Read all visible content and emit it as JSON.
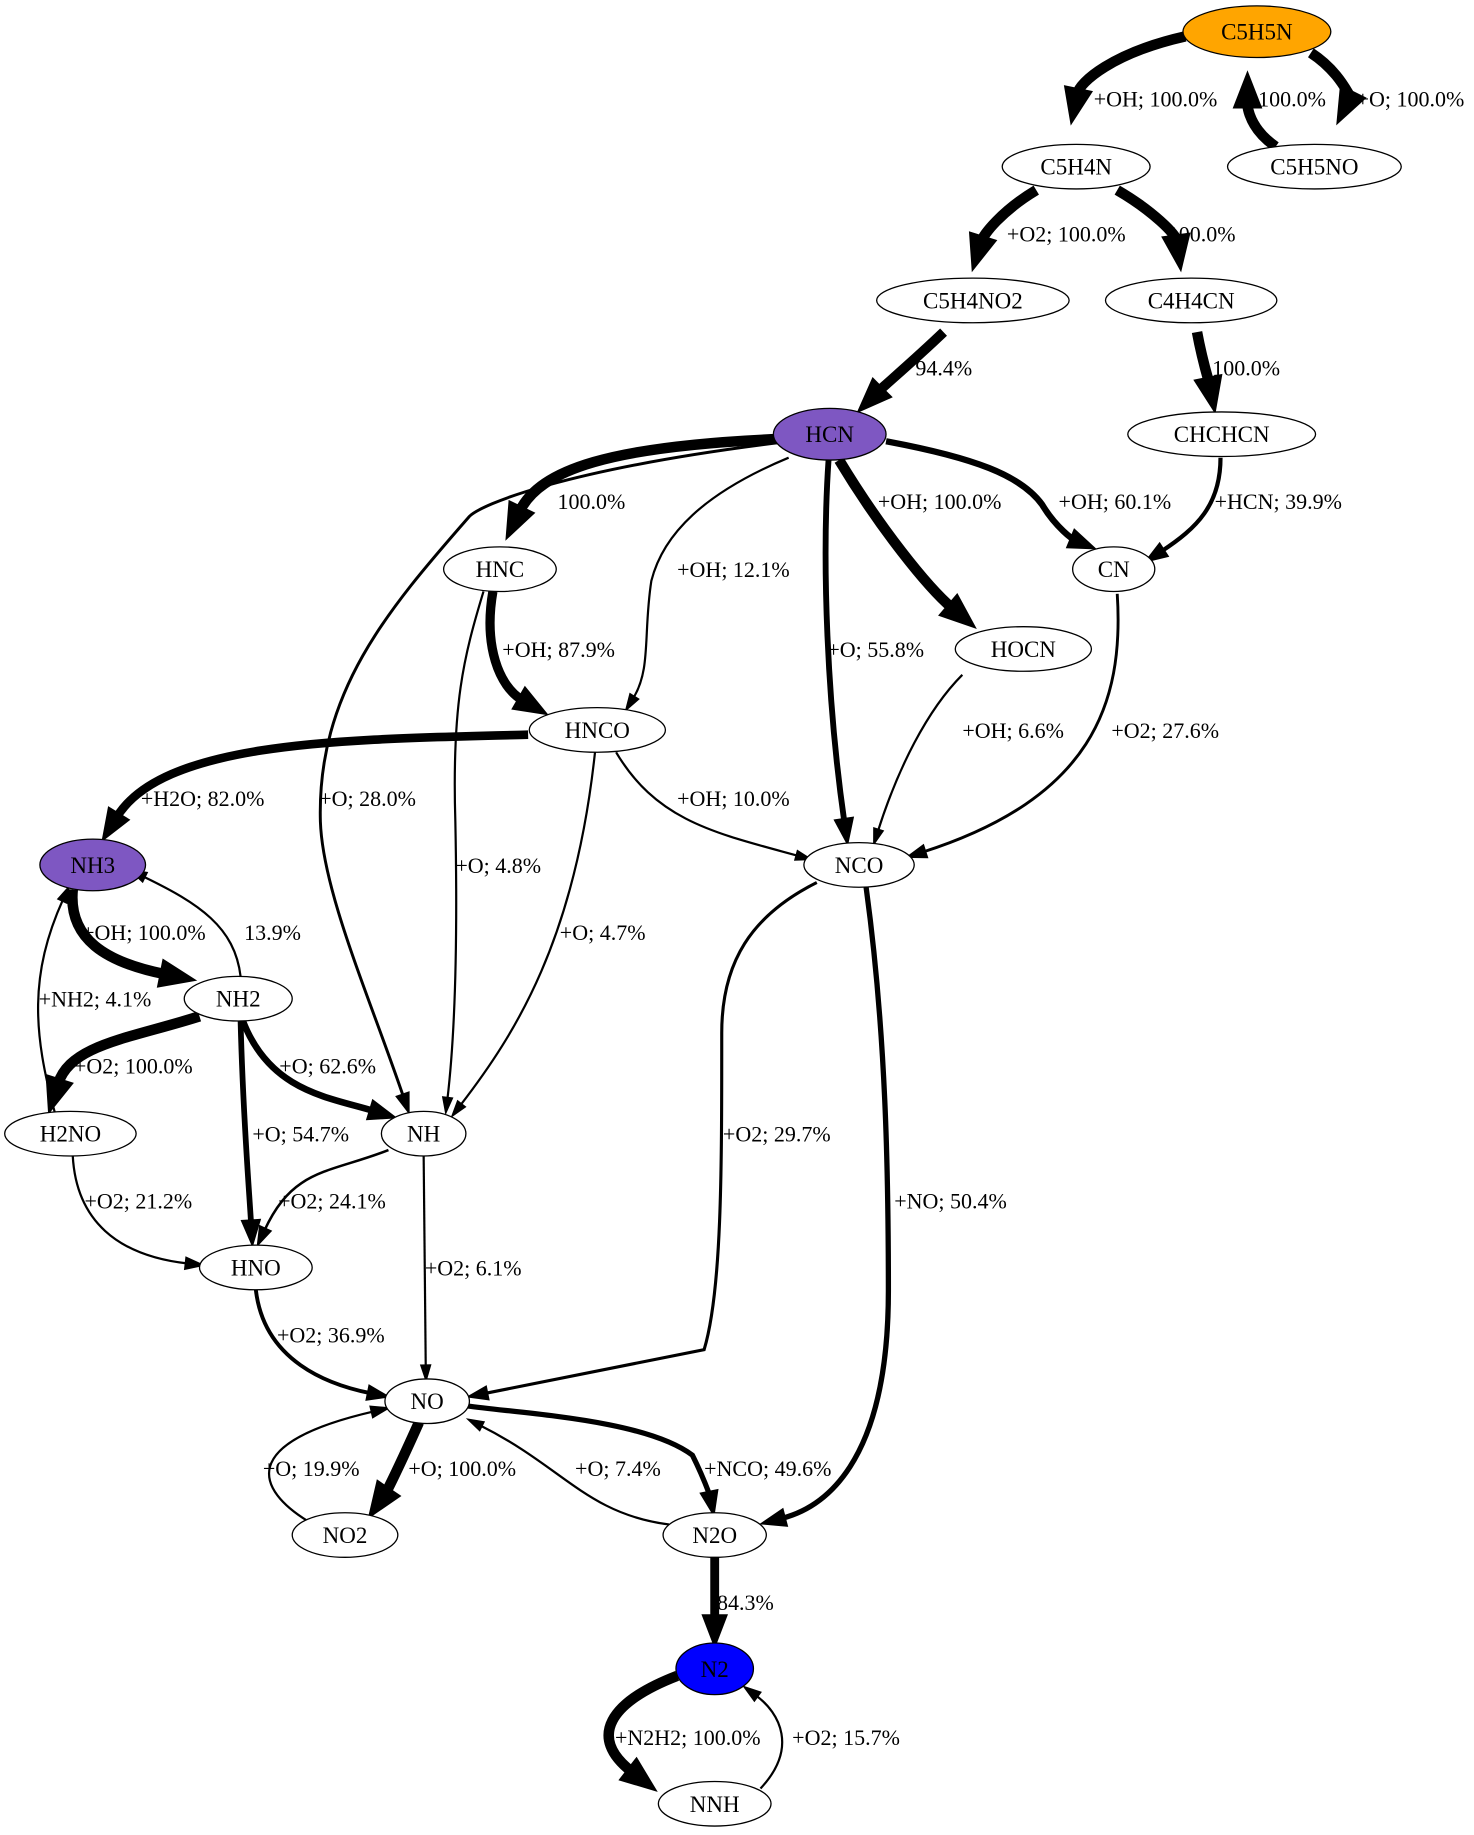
{
  "nodes": [
    {
      "id": "C5H5N",
      "label": "C5H5N",
      "fill": "#FFA500"
    },
    {
      "id": "C5H4N",
      "label": "C5H4N",
      "fill": "#ffffff"
    },
    {
      "id": "C5H5NO",
      "label": "C5H5NO",
      "fill": "#ffffff"
    },
    {
      "id": "C5H4NO2",
      "label": "C5H4NO2",
      "fill": "#ffffff"
    },
    {
      "id": "C4H4CN",
      "label": "C4H4CN",
      "fill": "#ffffff"
    },
    {
      "id": "HCN",
      "label": "HCN",
      "fill": "#7E57C2"
    },
    {
      "id": "CHCHCN",
      "label": "CHCHCN",
      "fill": "#ffffff"
    },
    {
      "id": "HNC",
      "label": "HNC",
      "fill": "#ffffff"
    },
    {
      "id": "CN",
      "label": "CN",
      "fill": "#ffffff"
    },
    {
      "id": "HOCN",
      "label": "HOCN",
      "fill": "#ffffff"
    },
    {
      "id": "HNCO",
      "label": "HNCO",
      "fill": "#ffffff"
    },
    {
      "id": "NH3",
      "label": "NH3",
      "fill": "#7E57C2"
    },
    {
      "id": "NCO",
      "label": "NCO",
      "fill": "#ffffff"
    },
    {
      "id": "NH2",
      "label": "NH2",
      "fill": "#ffffff"
    },
    {
      "id": "H2NO",
      "label": "H2NO",
      "fill": "#ffffff"
    },
    {
      "id": "NH",
      "label": "NH",
      "fill": "#ffffff"
    },
    {
      "id": "HNO",
      "label": "HNO",
      "fill": "#ffffff"
    },
    {
      "id": "NO",
      "label": "NO",
      "fill": "#ffffff"
    },
    {
      "id": "NO2",
      "label": "NO2",
      "fill": "#ffffff"
    },
    {
      "id": "N2O",
      "label": "N2O",
      "fill": "#ffffff"
    },
    {
      "id": "N2",
      "label": "N2",
      "fill": "#0000FF"
    },
    {
      "id": "NNH",
      "label": "NNH",
      "fill": "#ffffff"
    }
  ],
  "edges": [
    {
      "from": "C5H5N",
      "to": "C5H4N",
      "label": "+OH; 100.0%",
      "weight": 100.0
    },
    {
      "from": "C5H5NO",
      "to": "C5H5N",
      "label": "100.0%",
      "weight": 100.0
    },
    {
      "from": "C5H5N",
      "to": "C5H5NO",
      "label": "+O; 100.0%",
      "weight": 100.0
    },
    {
      "from": "C5H4N",
      "to": "C5H4NO2",
      "label": "+O2; 100.0%",
      "weight": 100.0
    },
    {
      "from": "C5H4N",
      "to": "C4H4CN",
      "label": "100.0%",
      "weight": 100.0
    },
    {
      "from": "C5H4NO2",
      "to": "HCN",
      "label": "94.4%",
      "weight": 94.4
    },
    {
      "from": "C4H4CN",
      "to": "CHCHCN",
      "label": "100.0%",
      "weight": 100.0
    },
    {
      "from": "HCN",
      "to": "HNC",
      "label": "100.0%",
      "weight": 100.0
    },
    {
      "from": "HCN",
      "to": "HOCN",
      "label": "+OH; 100.0%",
      "weight": 100.0
    },
    {
      "from": "HCN",
      "to": "CN",
      "label": "+OH; 60.1%",
      "weight": 60.1
    },
    {
      "from": "CHCHCN",
      "to": "CN",
      "label": "+HCN; 39.9%",
      "weight": 39.9
    },
    {
      "from": "HCN",
      "to": "HNCO",
      "label": "+OH; 12.1%",
      "weight": 12.1
    },
    {
      "from": "HNC",
      "to": "HNCO",
      "label": "+OH; 87.9%",
      "weight": 87.9
    },
    {
      "from": "HCN",
      "to": "NCO",
      "label": "+O; 55.8%",
      "weight": 55.8
    },
    {
      "from": "HOCN",
      "to": "NCO",
      "label": "+OH; 6.6%",
      "weight": 6.6
    },
    {
      "from": "CN",
      "to": "NCO",
      "label": "+O2; 27.6%",
      "weight": 27.6
    },
    {
      "from": "HNCO",
      "to": "NH3",
      "label": "+H2O; 82.0%",
      "weight": 82.0
    },
    {
      "from": "HNCO",
      "to": "NCO",
      "label": "+OH; 10.0%",
      "weight": 10.0
    },
    {
      "from": "HCN",
      "to": "NH",
      "label": "+O; 28.0%",
      "weight": 28.0
    },
    {
      "from": "HNC",
      "to": "NH",
      "label": "+O; 4.8%",
      "weight": 4.8
    },
    {
      "from": "HNCO",
      "to": "NH",
      "label": "+O; 4.7%",
      "weight": 4.7
    },
    {
      "from": "NH3",
      "to": "NH2",
      "label": "+OH; 100.0%",
      "weight": 100.0
    },
    {
      "from": "NH2",
      "to": "NH3",
      "label": "13.9%",
      "weight": 13.9
    },
    {
      "from": "H2NO",
      "to": "NH3",
      "label": "+NH2; 4.1%",
      "weight": 4.1
    },
    {
      "from": "NH2",
      "to": "H2NO",
      "label": "+O2; 100.0%",
      "weight": 100.0
    },
    {
      "from": "NH2",
      "to": "NH",
      "label": "+O; 62.6%",
      "weight": 62.6
    },
    {
      "from": "NH2",
      "to": "HNO",
      "label": "+O; 54.7%",
      "weight": 54.7
    },
    {
      "from": "NCO",
      "to": "NO",
      "label": "+O2; 29.7%",
      "weight": 29.7
    },
    {
      "from": "NCO",
      "to": "N2O",
      "label": "+NO; 50.4%",
      "weight": 50.4
    },
    {
      "from": "H2NO",
      "to": "HNO",
      "label": "+O2; 21.2%",
      "weight": 21.2
    },
    {
      "from": "NH",
      "to": "HNO",
      "label": "+O2; 24.1%",
      "weight": 24.1
    },
    {
      "from": "NH",
      "to": "NO",
      "label": "+O2; 6.1%",
      "weight": 6.1
    },
    {
      "from": "HNO",
      "to": "NO",
      "label": "+O2; 36.9%",
      "weight": 36.9
    },
    {
      "from": "NO2",
      "to": "NO",
      "label": "+O; 19.9%",
      "weight": 19.9
    },
    {
      "from": "NO",
      "to": "NO2",
      "label": "+O; 100.0%",
      "weight": 100.0
    },
    {
      "from": "N2O",
      "to": "NO",
      "label": "+O; 7.4%",
      "weight": 7.4
    },
    {
      "from": "NO",
      "to": "N2O",
      "label": "+NCO; 49.6%",
      "weight": 49.6
    },
    {
      "from": "N2O",
      "to": "N2",
      "label": "84.3%",
      "weight": 84.3
    },
    {
      "from": "N2",
      "to": "NNH",
      "label": "+N2H2; 100.0%",
      "weight": 100.0
    },
    {
      "from": "NNH",
      "to": "N2",
      "label": "+O2; 15.7%",
      "weight": 15.7
    }
  ]
}
